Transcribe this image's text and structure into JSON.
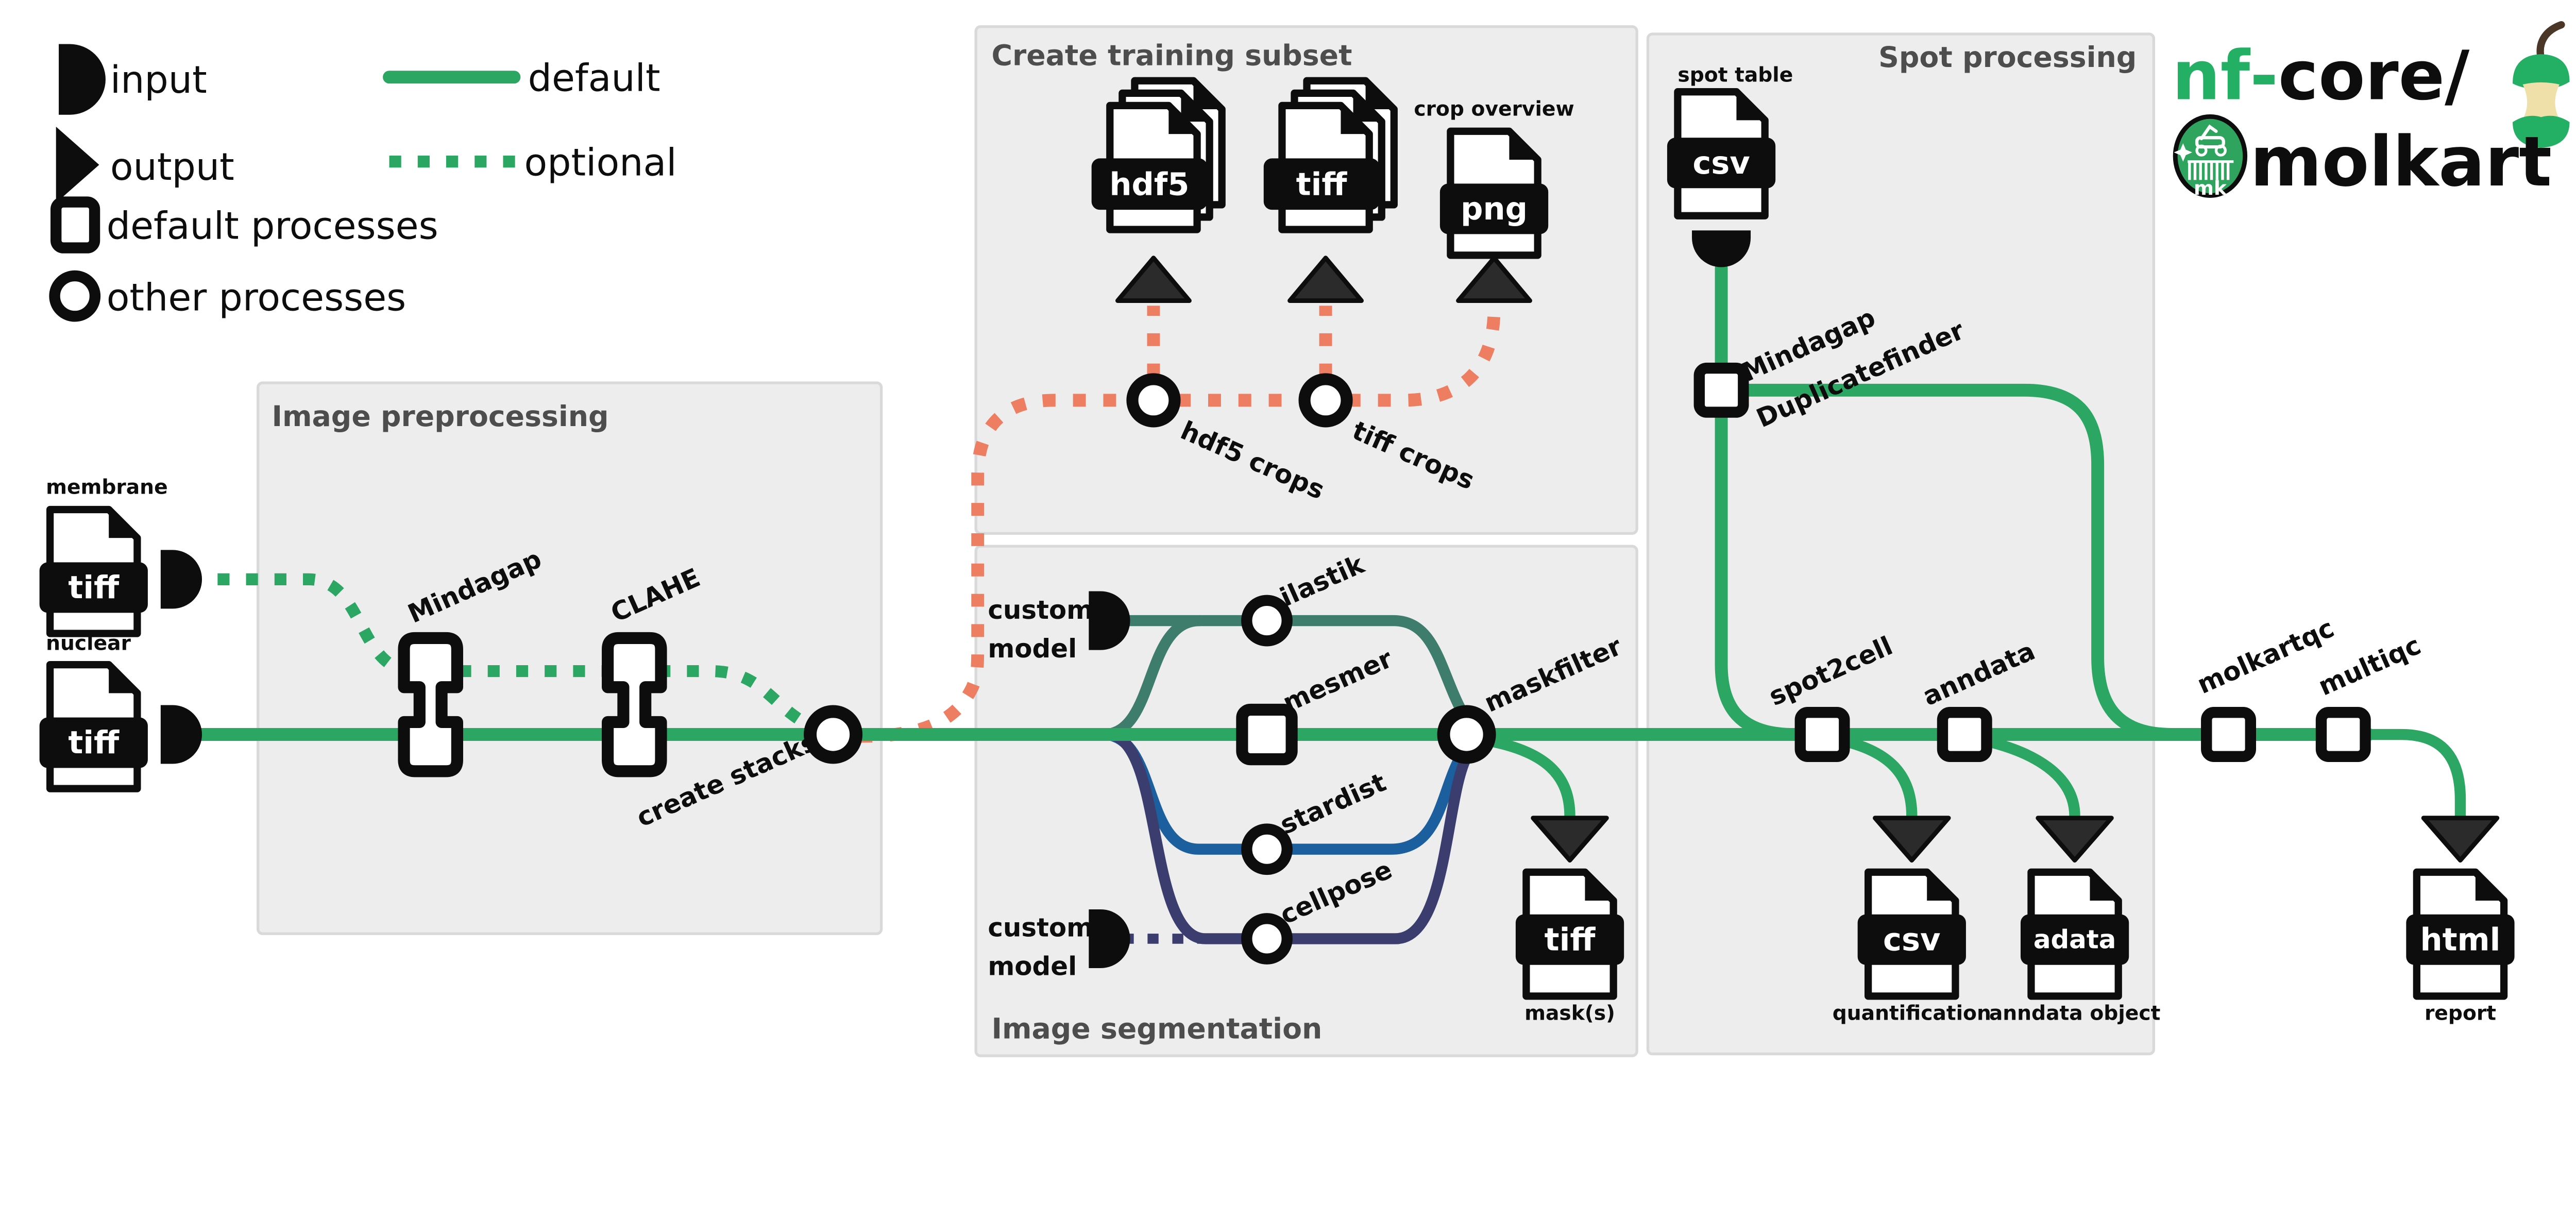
{
  "legend": {
    "input": "input",
    "output": "output",
    "default_line": "default",
    "optional_line": "optional",
    "default_processes": "default processes",
    "other_processes": "other processes"
  },
  "boxes": {
    "preprocessing": "Image preprocessing",
    "training": "Create training subset",
    "segmentation": "Image segmentation",
    "spot": "Spot processing"
  },
  "logo": {
    "nf": "nf",
    "dash": "-",
    "core": "core/",
    "molkart": "molkart",
    "badge_text": "mk"
  },
  "processes": {
    "mindagap": "Mindagap",
    "clahe": "CLAHE",
    "create_stacks": "create stacks",
    "hdf5_crops": "hdf5 crops",
    "tiff_crops": "tiff crops",
    "ilastik": "ilastik",
    "mesmer": "mesmer",
    "stardist": "stardist",
    "cellpose": "cellpose",
    "maskfilter": "maskfilter",
    "duplicatefinder_line1": "Mindagap",
    "duplicatefinder_line2": "Duplicatefinder",
    "spot2cell": "spot2cell",
    "anndata": "anndata",
    "molkartqc": "molkartqc",
    "multiqc": "multiqc"
  },
  "inputs": {
    "membrane_label": "membrane",
    "membrane_type": "tiff",
    "nuclear_label": "nuclear",
    "nuclear_type": "tiff",
    "spot_table_label": "spot table",
    "spot_table_type": "csv",
    "custom_model_line1": "custom",
    "custom_model_line2": "model"
  },
  "outputs": {
    "hdf5_stack_type": "hdf5",
    "tiff_stack_type": "tiff",
    "png_type": "png",
    "crop_overview_label": "crop overview",
    "mask_type": "tiff",
    "mask_label": "mask(s)",
    "quantification_type": "csv",
    "quantification_label": "quantification",
    "anndata_object_type": "adata",
    "anndata_object_label": "anndata object",
    "report_type": "html",
    "report_label": "report"
  },
  "colors": {
    "green": "#2CA663",
    "salmon": "#EE7E62",
    "teal": "#3E7D6B",
    "blue": "#1B5F9E",
    "navy": "#3A3D6E",
    "logo_green": "#24B064",
    "box_fill": "#EDEDED",
    "box_border": "#D9D9D9",
    "title_gray": "#4D4D4D",
    "black": "#0D0D0D",
    "triangle": "#2B2B2B"
  }
}
